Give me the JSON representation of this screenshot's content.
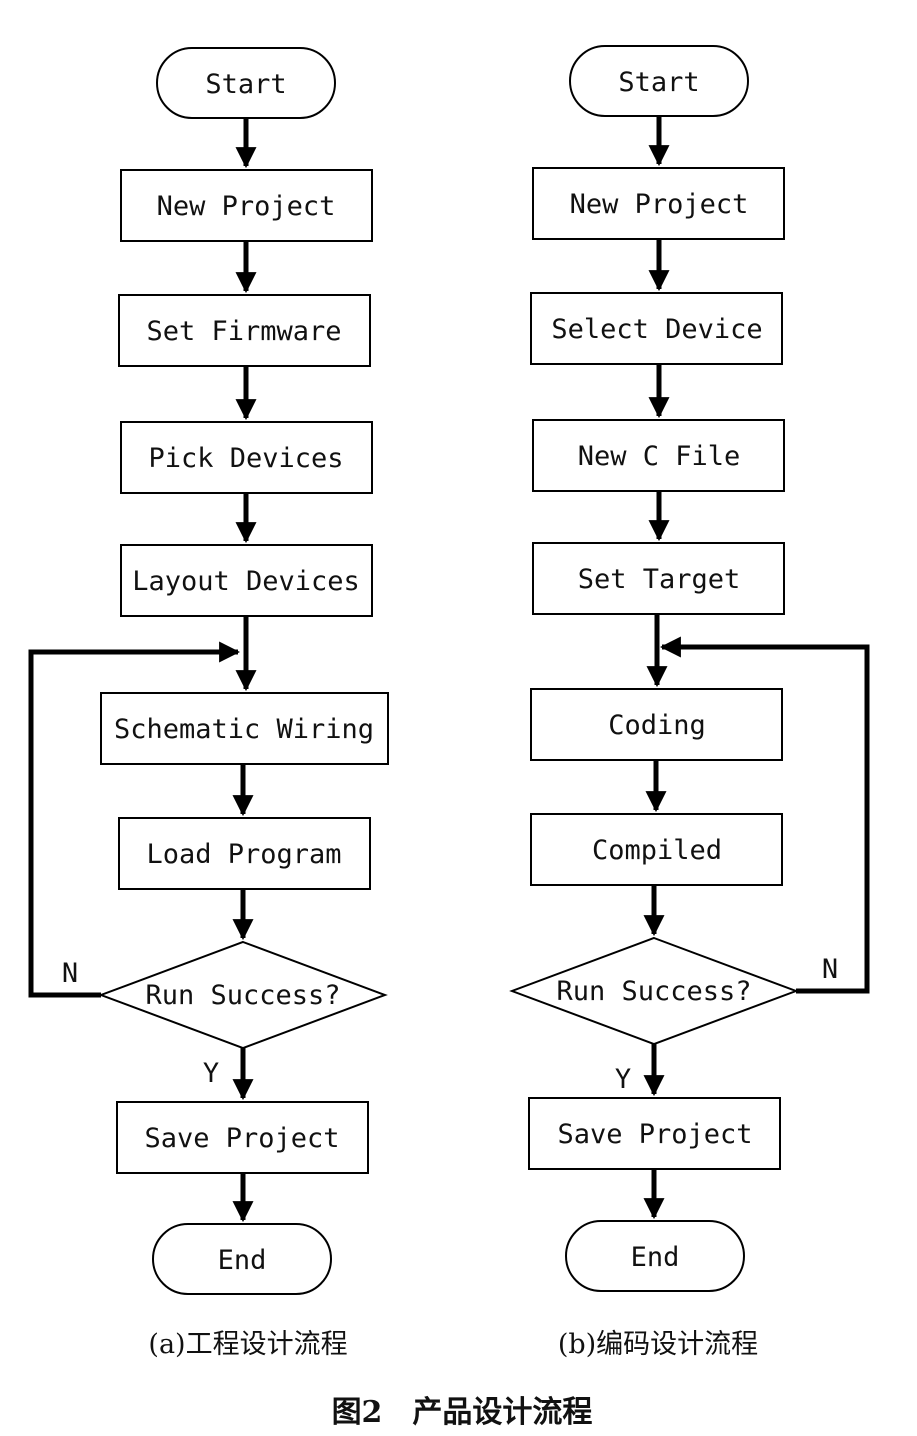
{
  "left_flow": {
    "start": "Start",
    "new_project": "New Project",
    "set_firmware": "Set Firmware",
    "pick_devices": "Pick Devices",
    "layout_devices": "Layout Devices",
    "schematic_wiring": "Schematic Wiring",
    "load_program": "Load Program",
    "decision": "Run Success?",
    "no_label": "N",
    "yes_label": "Y",
    "save_project": "Save Project",
    "end": "End",
    "caption": "(a)工程设计流程"
  },
  "right_flow": {
    "start": "Start",
    "new_project": "New Project",
    "select_device": "Select Device",
    "new_c_file": "New C File",
    "set_target": "Set Target",
    "coding": "Coding",
    "compiled": "Compiled",
    "decision": "Run Success?",
    "no_label": "N",
    "yes_label": "Y",
    "save_project": "Save Project",
    "end": "End",
    "caption": "(b)编码设计流程"
  },
  "figure_title": "图2　产品设计流程"
}
